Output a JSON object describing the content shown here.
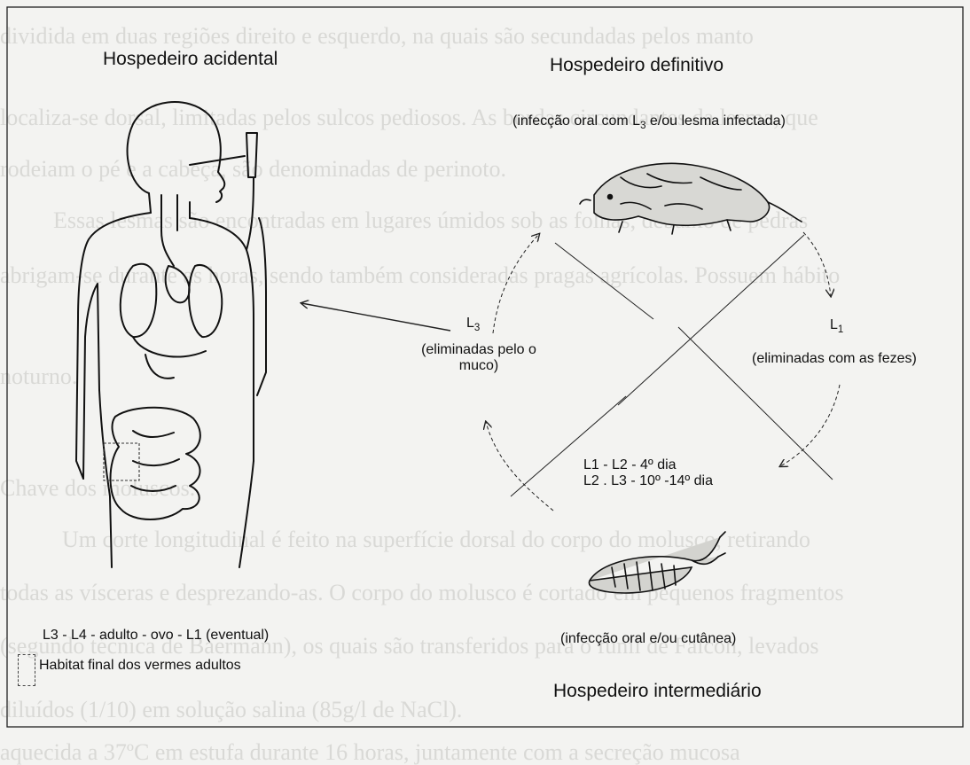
{
  "labels": {
    "accidental_host": "Hospedeiro acidental",
    "definitive_host": "Hospedeiro definitivo",
    "definitive_infection_a": "(infecção oral com L",
    "definitive_infection_sub": "3",
    "definitive_infection_b": " e/ou lesma infectada)",
    "l3_label": "L",
    "l3_sub": "3",
    "l3_desc_line1": "(eliminadas pelo o",
    "l3_desc_line2": "muco)",
    "l1_label": "L",
    "l1_sub": "1",
    "l1_desc": "(eliminadas com as fezes)",
    "timeline_line1": "L1 - L2 - 4º dia",
    "timeline_line2": "L2 .  L3 - 10º -14º dia",
    "intermediate_infection": "(infecção oral e/ou cutânea)",
    "intermediate_host": "Hospedeiro intermediário",
    "cycle_text": "L3 - L4 - adulto - ovo - L1 (eventual)",
    "habitat_text": "Habitat  final  dos vermes adultos"
  },
  "bleed_text": [
    "dividida em duas regiões direito e esquerdo, na quais são secundadas pelos manto",
    "localiza-se dorsal, limitadas pelos sulcos pediosos. As bordas circundantes da lesma, que",
    "rodeiam o pé e a cabeça, são denominadas de perinoto.",
    "Essas lesmas são encontradas em lugares úmidos sob as folhas, debaixo de pedras",
    "abrigam-se durante as horas, sendo também consideradas pragas agrícolas. Possuem hábito",
    "noturno.",
    "Chave dos moluscos.",
    "Um corte longitudinal é feito na superfície dorsal do corpo do molusco, retirando",
    "todas as vísceras e desprezando-as. O corpo do molusco é cortado em pequenos fragmentos",
    "(segundo técnica de Baermann), os quais são transferidos para o funil de Falcon, levados",
    "diluídos (1/10) em solução salina (85g/l de NaCl).",
    "aquecida a 37ºC em estufa durante 16 horas, juntamente com a secreção mucosa"
  ]
}
